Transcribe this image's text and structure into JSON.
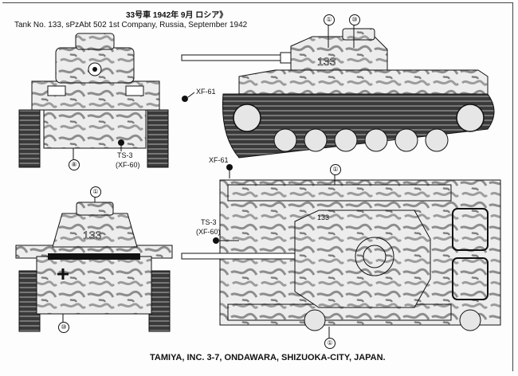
{
  "header": {
    "title_jp": "33号車 1942年 9月 ロシア》",
    "title_en": "Tank No. 133, sPzAbt 502 1st Company, Russia, September 1942"
  },
  "views": {
    "front": {
      "callout": "⑧"
    },
    "side": {
      "callouts": [
        "①",
        "⑩"
      ],
      "turret_number": "133"
    },
    "rear": {
      "callouts": [
        "①",
        "⑩"
      ],
      "turret_number": "133"
    },
    "top": {
      "callouts": [
        "①",
        "①"
      ],
      "turret_number": "133"
    }
  },
  "paints": [
    {
      "code": "XF-61"
    },
    {
      "code": "TS-3",
      "sub": "(XF-60)"
    },
    {
      "code": "XF-61"
    },
    {
      "code": "TS-3",
      "sub": "(XF-60)"
    }
  ],
  "footer": {
    "text": "TAMIYA, INC. 3-7, ONDAWARA, SHIZUOKA-CITY, JAPAN."
  }
}
